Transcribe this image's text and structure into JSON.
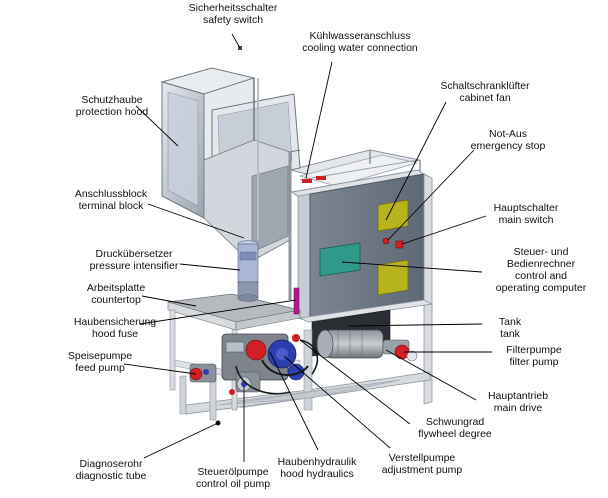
{
  "labels": {
    "safety_switch": {
      "de": "Sicherheitsschalter",
      "en": "safety switch"
    },
    "cooling_water": {
      "de": "Kühlwasseranschluss",
      "en": "cooling water connection"
    },
    "protection_hood": {
      "de": "Schutzhaube",
      "en": "protection hood"
    },
    "cabinet_fan": {
      "de": "Schaltschranklüfter",
      "en": "cabinet fan"
    },
    "emergency_stop": {
      "de": "Not-Aus",
      "en": "emergency stop"
    },
    "terminal_block": {
      "de": "Anschlussblock",
      "en": "terminal block"
    },
    "main_switch": {
      "de": "Hauptschalter",
      "en": "main switch"
    },
    "pressure_intensifier": {
      "de": "Druckübersetzer",
      "en": "pressure intensifier"
    },
    "control_computer": {
      "de": "Steuer- und",
      "de2": "Bedienrechner",
      "en": "control and",
      "en2": "operating computer"
    },
    "countertop": {
      "de": "Arbeitsplatte",
      "en": "countertop"
    },
    "hood_fuse": {
      "de": "Haubensicherung",
      "en": "hood fuse"
    },
    "tank": {
      "de": "Tank",
      "en": "tank"
    },
    "feed_pump": {
      "de": "Speisepumpe",
      "en": "feed pump"
    },
    "filter_pump": {
      "de": "Filterpumpe",
      "en": "filter pump"
    },
    "main_drive": {
      "de": "Hauptantrieb",
      "en": "main drive"
    },
    "flywheel": {
      "de": "Schwungrad",
      "en": "flywheel degree"
    },
    "adjustment_pump": {
      "de": "Verstellpumpe",
      "en": "adjustment pump"
    },
    "diagnostic_tube": {
      "de": "Diagnoserohr",
      "en": "diagnostic tube"
    },
    "control_oil_pump": {
      "de": "Steuerölpumpe",
      "en": "control oil pump"
    },
    "hood_hydraulics": {
      "de": "Haubenhydraulik",
      "en": "hood hydraulics"
    }
  },
  "colors": {
    "frame": "#d9dde2",
    "frame_edge": "#8c939c",
    "panel": "#6f7a86",
    "display": "#2f9a8a",
    "yellow": "#b7b31c",
    "red": "#d11f26",
    "blue": "#2d3fb0",
    "leader": "#000000"
  }
}
